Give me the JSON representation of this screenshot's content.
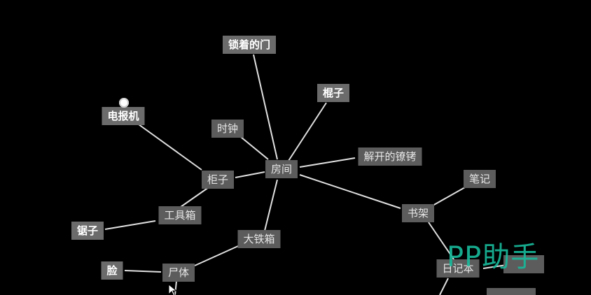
{
  "nodes": {
    "locked_door": "锁着的门",
    "stick": "棍子",
    "telegraph": "电报机",
    "clock": "时钟",
    "room": "房间",
    "untie_shackle": "解开的镣铐",
    "cabinet": "柜子",
    "notes": "笔记",
    "toolbox": "工具箱",
    "bookshelf": "书架",
    "saw": "锯子",
    "big_iron_box": "大铁箱",
    "face": "脸",
    "corpse": "尸体",
    "diary": "日记本",
    "partial_right": "…"
  },
  "watermark": "PP助手",
  "colors": {
    "background": "#000000",
    "node_fill": "#5c5c5c",
    "node_fill_bright": "#6b6b6b",
    "edge": "#e0e0e0",
    "watermark": "#18b89a"
  }
}
